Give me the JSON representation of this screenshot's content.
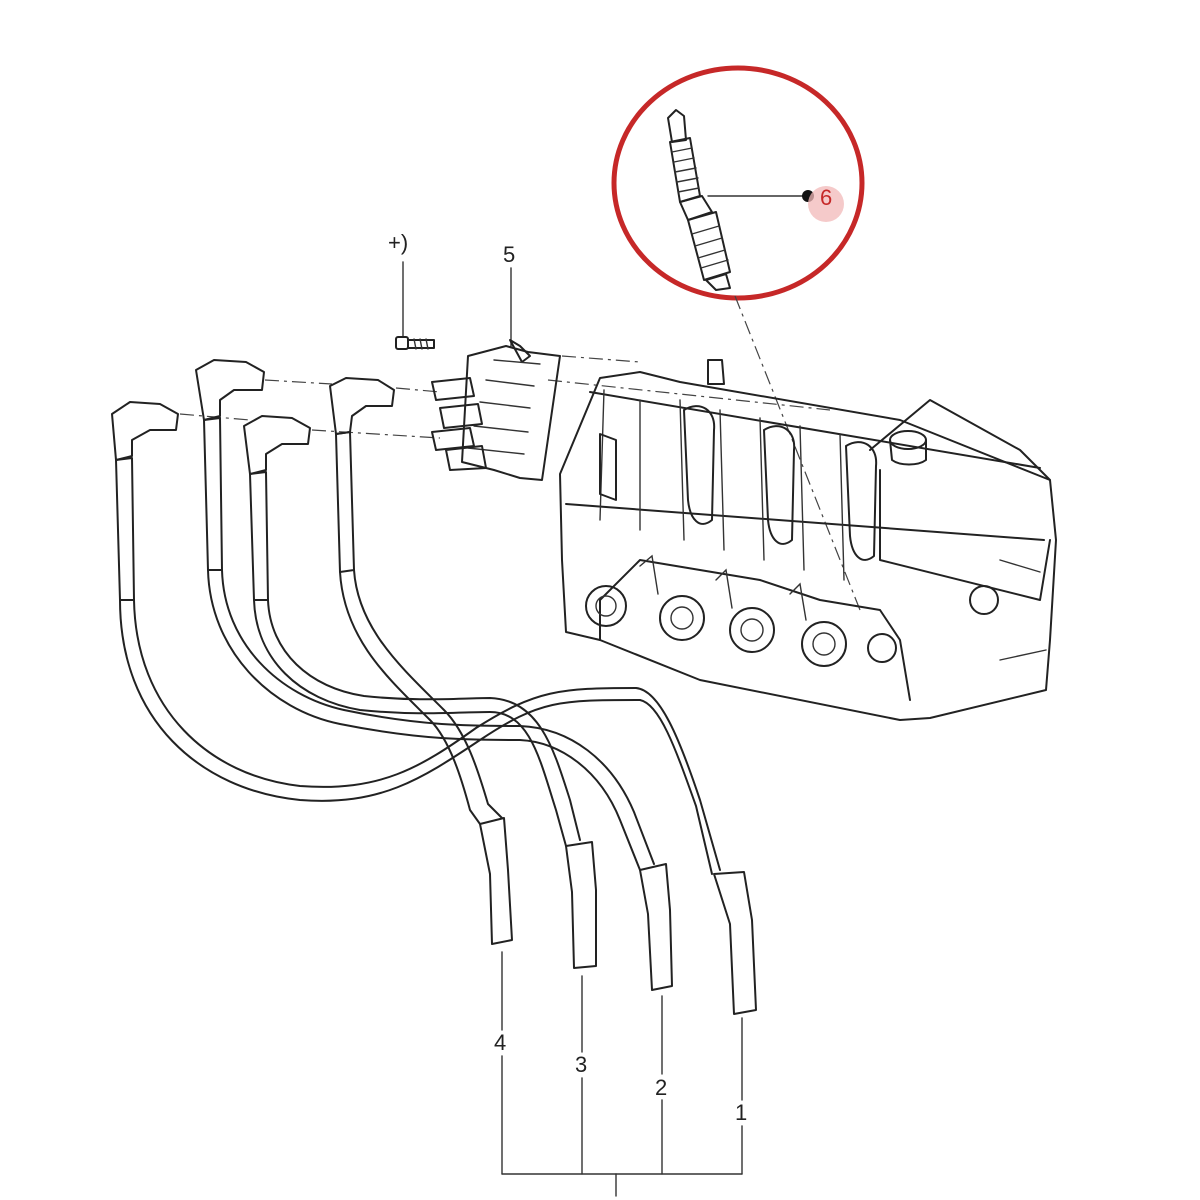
{
  "callouts": {
    "wire_1": "1",
    "wire_2": "2",
    "wire_3": "3",
    "wire_4": "4",
    "coil_pack": "5",
    "spark_plug": "6",
    "bolt": "+)"
  },
  "highlight": {
    "color": "#c62828",
    "shade": "#f2b8b8"
  }
}
